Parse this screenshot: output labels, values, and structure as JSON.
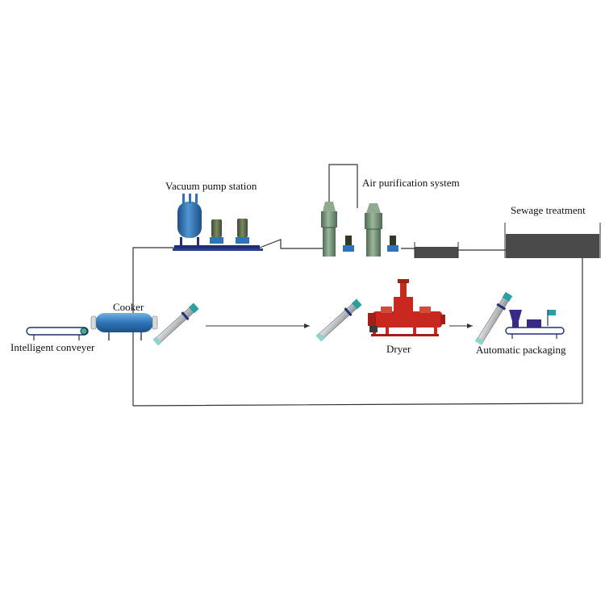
{
  "labels": {
    "vacuum_pump_station": "Vacuum pump station",
    "air_purification_system": "Air purification system",
    "sewage_treatment": "Sewage treatment",
    "cooker": "Cooker",
    "intelligent_conveyer": "Intelligent conveyer",
    "dryer": "Dryer",
    "automatic_packaging": "Automatic packaging"
  },
  "colors": {
    "vessel_blue": "#2f74b8",
    "pump_green": "#5b6a48",
    "tower_green": "#6f8c72",
    "tank_dark": "#4a4a4a",
    "dryer_red": "#c8281e",
    "screw_gray": "#b9bcc0",
    "base_navy": "#1f2f7a",
    "accent_teal": "#2aa0a0",
    "pack_purple": "#3a2a86",
    "line": "#333333"
  }
}
